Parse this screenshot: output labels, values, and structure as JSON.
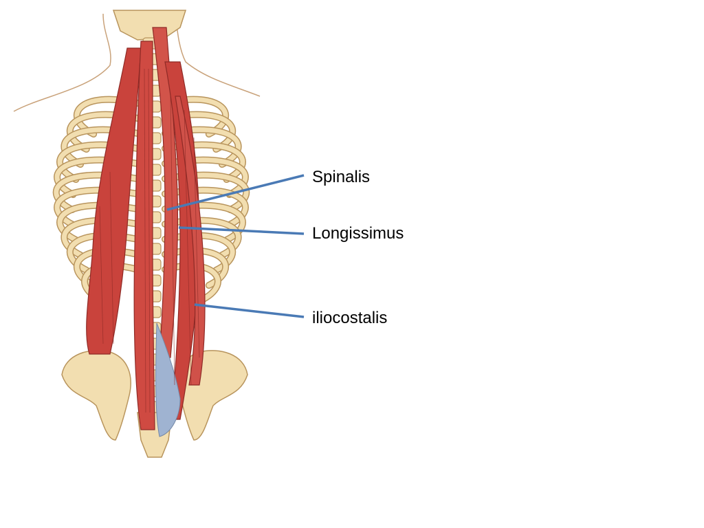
{
  "diagram": {
    "labels": [
      {
        "text": "Spinalis"
      },
      {
        "text": "Longissimus"
      },
      {
        "text": "iliocostalis"
      }
    ]
  },
  "colors": {
    "background": "#ffffff",
    "leader_line": "#4a7ab5",
    "bone": "#f2deb0",
    "bone_outline": "#b8945c",
    "muscle": "#c9433c",
    "muscle_dark": "#8e2a26",
    "tendon": "#9fb3d1",
    "skin_outline": "#c9a27a"
  },
  "icons": [
    "back-muscles-illustration"
  ]
}
